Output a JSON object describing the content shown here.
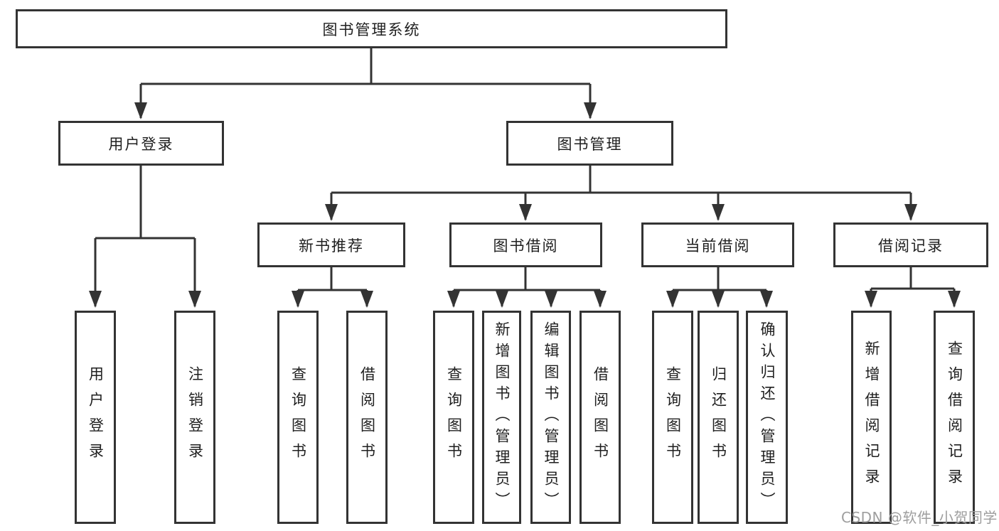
{
  "diagram": {
    "watermark": "CSDN @软件_小贺同学",
    "colors": {
      "line": "#333333",
      "box_border": "#333333",
      "text": "#1f1f1f",
      "watermark": "#9e9e9e",
      "background": "#ffffff"
    },
    "tree": {
      "root": {
        "label": "图书管理系统",
        "children": [
          {
            "label": "用户登录",
            "children": [
              {
                "label": "用户登录"
              },
              {
                "label": "注销登录"
              }
            ]
          },
          {
            "label": "图书管理",
            "children": [
              {
                "label": "新书推荐",
                "children": [
                  {
                    "label": "查询图书"
                  },
                  {
                    "label": "借阅图书"
                  }
                ]
              },
              {
                "label": "图书借阅",
                "children": [
                  {
                    "label": "查询图书"
                  },
                  {
                    "label": "新增图书（管理员）"
                  },
                  {
                    "label": "编辑图书（管理员）"
                  },
                  {
                    "label": "借阅图书"
                  }
                ]
              },
              {
                "label": "当前借阅",
                "children": [
                  {
                    "label": "查询图书"
                  },
                  {
                    "label": "归还图书"
                  },
                  {
                    "label": "确认归还（管理员）"
                  }
                ]
              },
              {
                "label": "借阅记录",
                "children": [
                  {
                    "label": "新增借阅记录"
                  },
                  {
                    "label": "查询借阅记录"
                  }
                ]
              }
            ]
          }
        ]
      }
    }
  }
}
